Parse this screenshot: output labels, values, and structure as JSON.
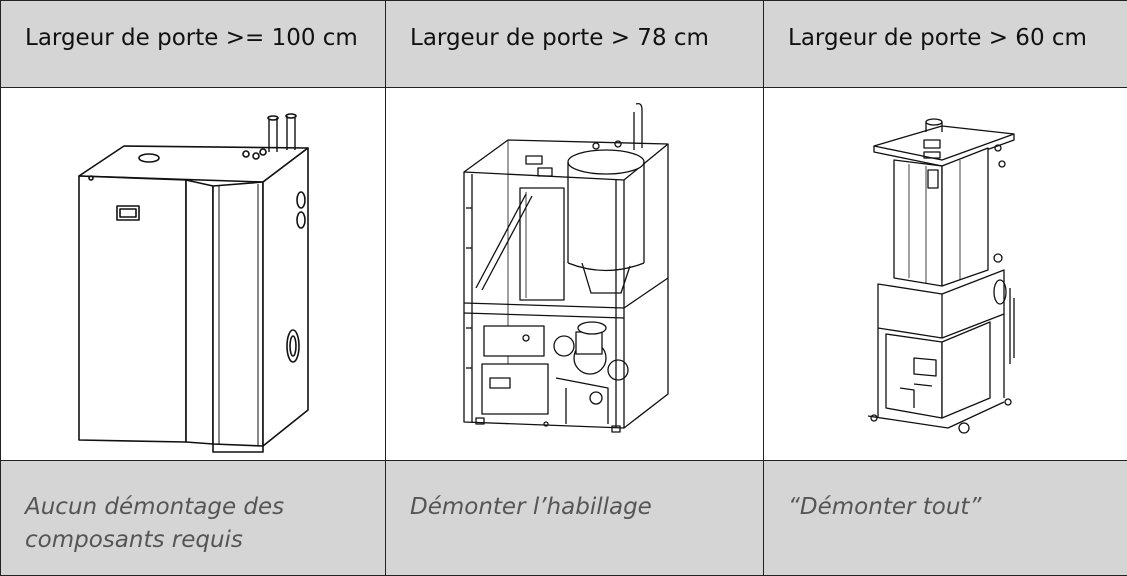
{
  "headers": [
    "Largeur de porte >= 100 cm",
    "Largeur de porte > 78 cm",
    "Largeur de porte > 60 cm"
  ],
  "captions": [
    "Aucun démontage des composants requis",
    "Démonter l’habillage",
    "“Démonter tout”"
  ],
  "images": [
    "boiler-closed-cabinet",
    "boiler-without-casing",
    "boiler-fully-disassembled"
  ]
}
